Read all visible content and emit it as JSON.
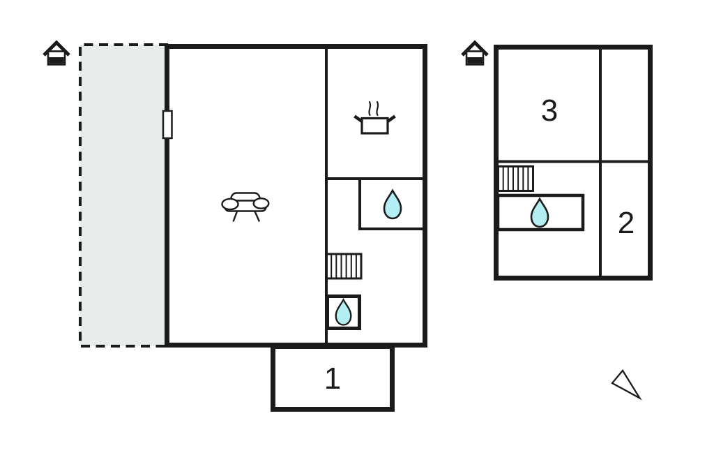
{
  "colors": {
    "wall": "#1b1b1b",
    "terrace_fill": "#e8edeb",
    "water_drop_fill": "#b3eef2",
    "room_fill": "#ffffff"
  },
  "ground_floor": {
    "room_1_label": "1",
    "icons": {
      "house": "house-icon",
      "sofa": "sofa-icon",
      "cooking_pot": "cooking-pot-icon",
      "water_drop_bathroom": "water-drop-icon",
      "water_drop_small_bathroom": "water-drop-icon",
      "stairs": "stairs-icon",
      "window": "window-marker",
      "terrace": "terrace-dashed-area"
    }
  },
  "upper_floor": {
    "room_3_label": "3",
    "room_2_label": "2",
    "icons": {
      "house": "house-icon",
      "water_drop_bathroom": "water-drop-icon",
      "stairs": "stairs-icon"
    }
  },
  "compass": {
    "icon": "north-arrow-icon"
  }
}
